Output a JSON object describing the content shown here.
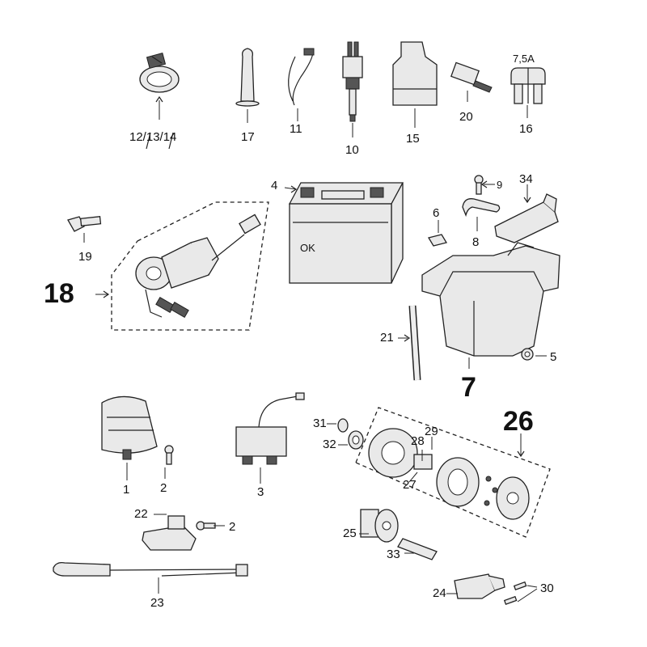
{
  "labels": {
    "l12_13_14": "12/13/14",
    "l17": "17",
    "l11": "11",
    "l10": "10",
    "l15": "15",
    "l20": "20",
    "l16": "16",
    "l16_rating": "7,5A",
    "l4": "4",
    "l9": "9",
    "l34": "34",
    "l6": "6",
    "l8": "8",
    "l19": "19",
    "l18": "18",
    "l21": "21",
    "l5": "5",
    "l7": "7",
    "l26": "26",
    "l31": "31",
    "l32": "32",
    "l29": "29",
    "l28": "28",
    "l27": "27",
    "l1": "1",
    "l2a": "2",
    "l3": "3",
    "l22": "22",
    "l2b": "2",
    "l25": "25",
    "l33": "33",
    "l23": "23",
    "l24": "24",
    "l30": "30"
  },
  "parts": {
    "battery_marking": "OK"
  }
}
